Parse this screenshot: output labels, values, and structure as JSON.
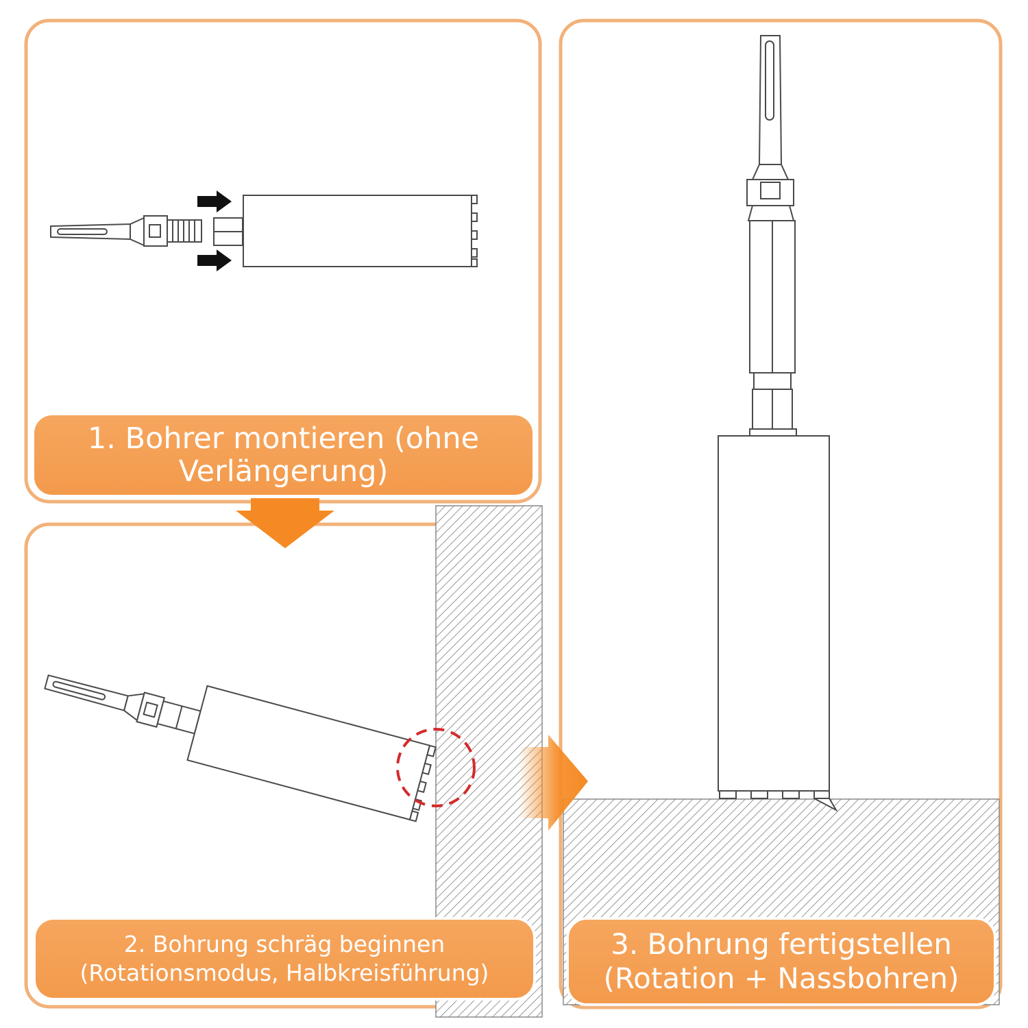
{
  "colors": {
    "accent": "#f39a4c",
    "frame": "#f2b27a",
    "arrow": "#f58a24",
    "marker": "#d42b2b",
    "line": "#4a4a4a"
  },
  "steps": [
    {
      "line1": "1. Bohrer montieren (ohne",
      "line2": "Verlängerung)"
    },
    {
      "line1": "2. Bohrung schräg beginnen",
      "line2": "(Rotationsmodus, Halbkreisführung)"
    },
    {
      "line1": "3. Bohrung fertigstellen",
      "line2": "(Rotation + Nassbohren)"
    }
  ],
  "icons": {
    "flow_down": "arrow-down-icon",
    "flow_right": "arrow-right-icon",
    "insert": "arrow-right-icon",
    "contact": "dashed-circle-icon"
  }
}
